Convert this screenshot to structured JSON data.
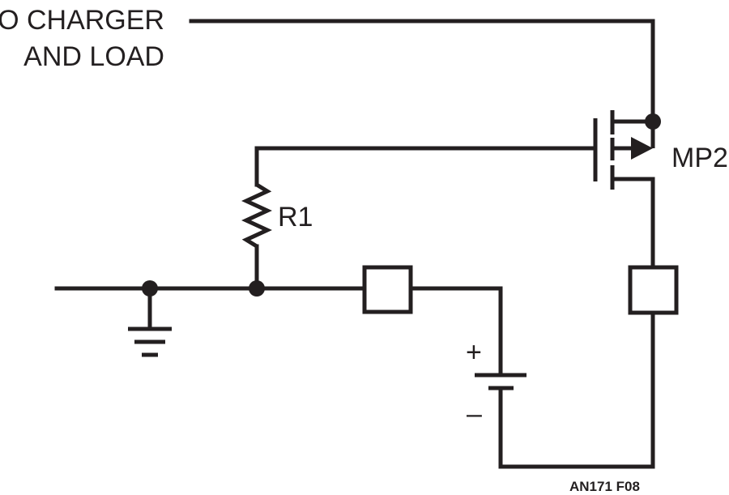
{
  "labels": {
    "charger_line1": "TO CHARGER",
    "charger_line2": "AND LOAD",
    "transistor": "MP2",
    "resistor": "R1",
    "plus": "+",
    "minus": "–",
    "figure_id": "AN171 F08"
  },
  "colors": {
    "ink": "#231f20",
    "background": "#ffffff"
  }
}
